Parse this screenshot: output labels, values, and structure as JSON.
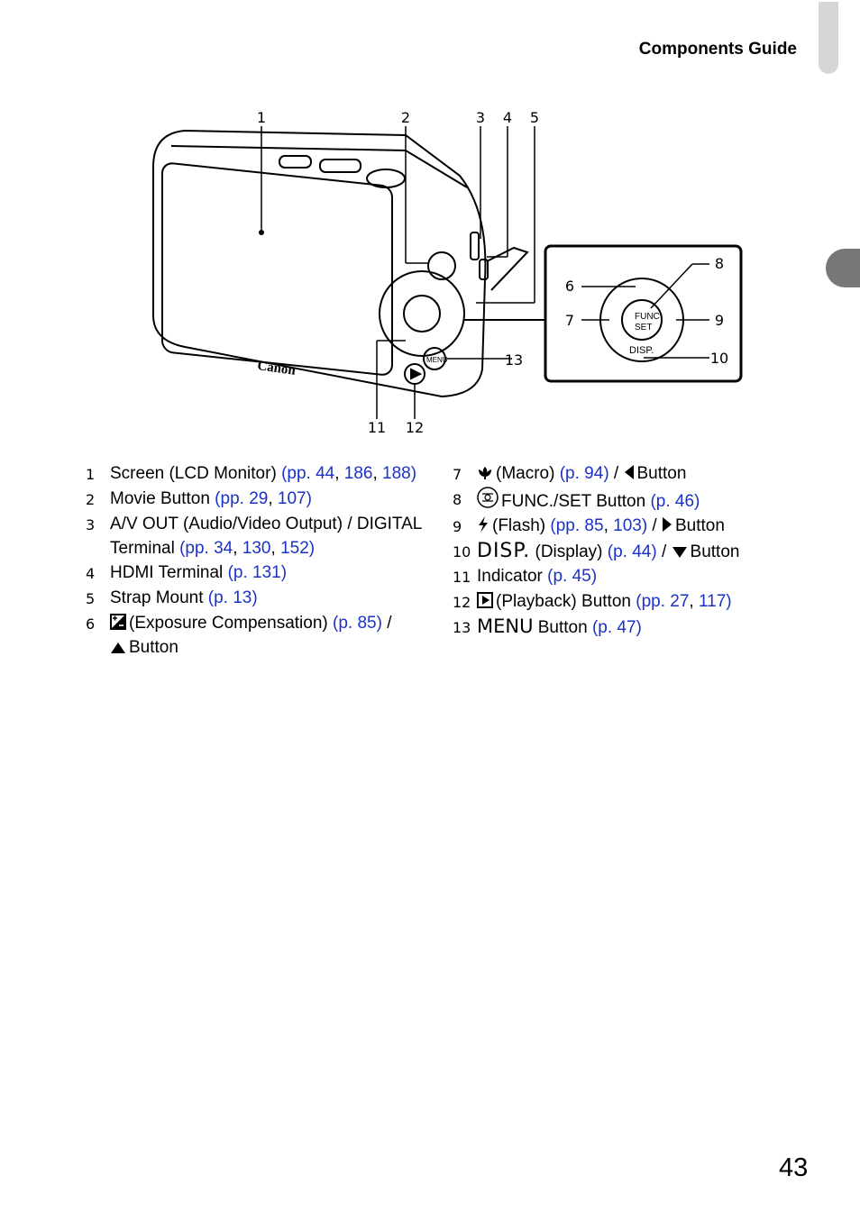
{
  "header": {
    "title": "Components Guide"
  },
  "page_number": "43",
  "callouts": {
    "c1": "1",
    "c2": "2",
    "c3": "3",
    "c4": "4",
    "c5": "5",
    "c6": "6",
    "c7": "7",
    "c8": "8",
    "c9": "9",
    "c10": "10",
    "c11": "11",
    "c12": "12",
    "c13": "13"
  },
  "diagram": {
    "brand": "Canon",
    "func_line1": "FUNC",
    "func_line2": "SET",
    "disp": "DISP.",
    "menu": "MENU"
  },
  "items": [
    {
      "num": "1",
      "text": "Screen (LCD Monitor) ",
      "link1": "(pp. 44",
      "sep1": ", ",
      "link2": "186",
      "sep2": ", ",
      "link3": "188)"
    },
    {
      "num": "2",
      "text": "Movie Button ",
      "link1": "(pp. 29",
      "sep1": ", ",
      "link2": "107)"
    },
    {
      "num": "3",
      "text": "A/V OUT (Audio/Video Output) / DIGITAL Terminal ",
      "link1": "(pp. 34",
      "sep1": ", ",
      "link2": "130",
      "sep2": ", ",
      "link3": "152)"
    },
    {
      "num": "4",
      "text": "HDMI Terminal ",
      "link1": "(p. 131)"
    },
    {
      "num": "5",
      "text": "Strap Mount ",
      "link1": "(p. 13)"
    },
    {
      "num": "6",
      "text": "(Exposure Compensation) ",
      "link1": "(p. 85)",
      "after": " / ",
      "tail": "Button"
    },
    {
      "num": "7",
      "text": "(Macro) ",
      "link1": "(p. 94)",
      "after": " / ",
      "tail": "Button"
    },
    {
      "num": "8",
      "text": "FUNC./SET Button ",
      "link1": "(p. 46)"
    },
    {
      "num": "9",
      "text": "(Flash) ",
      "link1": "(pp. 85",
      "sep1": ", ",
      "link2": "103)",
      "after": " / ",
      "tail": "Button"
    },
    {
      "num": "10",
      "label": "DISP.",
      "text": " (Display) ",
      "link1": "(p. 44)",
      "after": " / ",
      "tail": "Button"
    },
    {
      "num": "11",
      "text": "Indicator ",
      "link1": "(p. 45)"
    },
    {
      "num": "12",
      "text": "(Playback) Button ",
      "link1": "(pp. 27",
      "sep1": ", ",
      "link2": "117)"
    },
    {
      "num": "13",
      "label": "MENU",
      "text": " Button ",
      "link1": "(p. 47)"
    }
  ],
  "colors": {
    "link": "#1a32c8",
    "side_tab": "#777777",
    "top_tab": "#d6d6d6"
  }
}
